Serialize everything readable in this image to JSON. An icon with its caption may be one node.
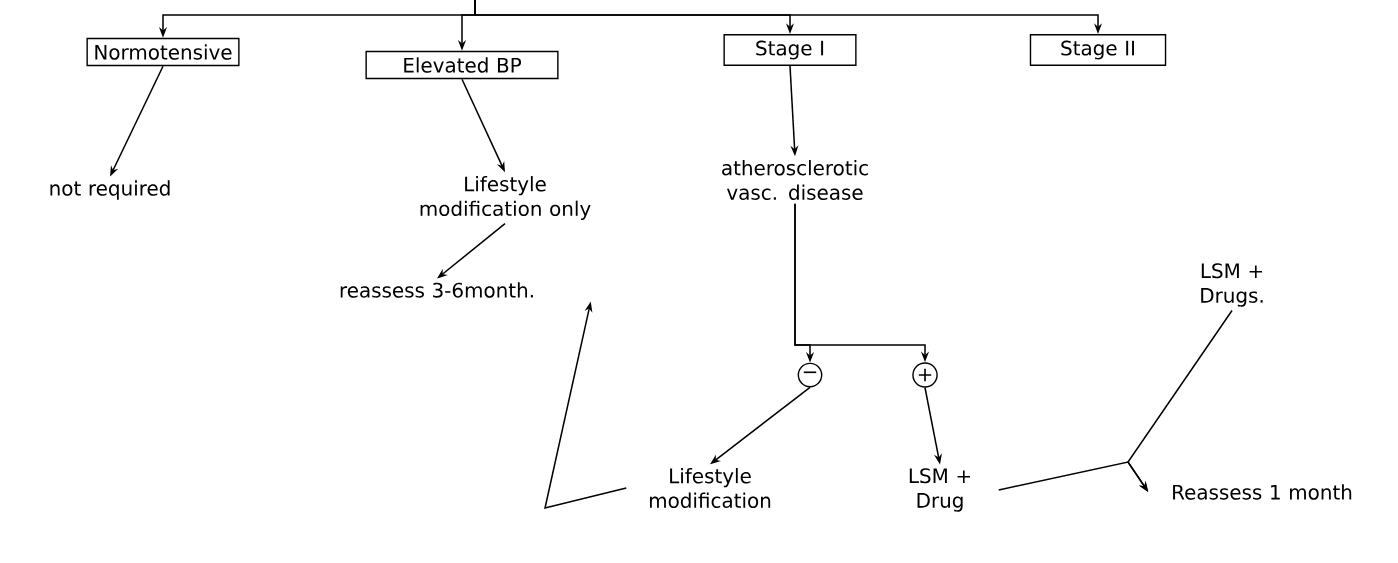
{
  "diagram": {
    "nodes": [
      {
        "text": [
          "Normotensive"
        ]
      },
      {
        "text": [
          "Elevated BP"
        ]
      },
      {
        "text": [
          "Stage I"
        ]
      },
      {
        "text": [
          "Stage II"
        ]
      },
      {
        "text": [
          "not required"
        ]
      },
      {
        "text": [
          "Lifestyle modification only"
        ]
      },
      {
        "text": [
          "atherosclerotic vasc. disease"
        ]
      },
      {
        "text": [
          "reassess 3-6month."
        ]
      },
      {
        "text": [
          "−"
        ]
      },
      {
        "text": [
          "+"
        ]
      },
      {
        "text": [
          "Lifestyle modification"
        ]
      },
      {
        "text": [
          "LSM + Drug"
        ]
      },
      {
        "text": [
          "LSM + Drugs."
        ]
      },
      {
        "text": [
          "Reassess 1 month"
        ]
      }
    ],
    "edges": [
      {
        "from": null,
        "to": 0,
        "arrow": "to"
      },
      {
        "from": null,
        "to": 1,
        "arrow": "to"
      },
      {
        "from": null,
        "to": 2,
        "arrow": "to"
      },
      {
        "from": null,
        "to": 3,
        "arrow": "to"
      },
      {
        "from": 0,
        "to": 4,
        "arrow": "to"
      },
      {
        "from": 1,
        "to": 5,
        "arrow": "to"
      },
      {
        "from": 5,
        "to": 7,
        "arrow": "to"
      },
      {
        "from": 2,
        "to": 6,
        "arrow": "to"
      },
      {
        "from": 6,
        "to": 8,
        "arrow": "to"
      },
      {
        "from": 6,
        "to": 9,
        "arrow": "to"
      },
      {
        "from": 8,
        "to": 10,
        "arrow": "to"
      },
      {
        "from": 9,
        "to": 11,
        "arrow": "to"
      },
      {
        "from": 10,
        "to": 7,
        "arrow": "to"
      },
      {
        "from": 12,
        "to": 13,
        "arrow": "to"
      },
      {
        "from": 11,
        "to": 13,
        "arrow": "to"
      }
    ]
  }
}
